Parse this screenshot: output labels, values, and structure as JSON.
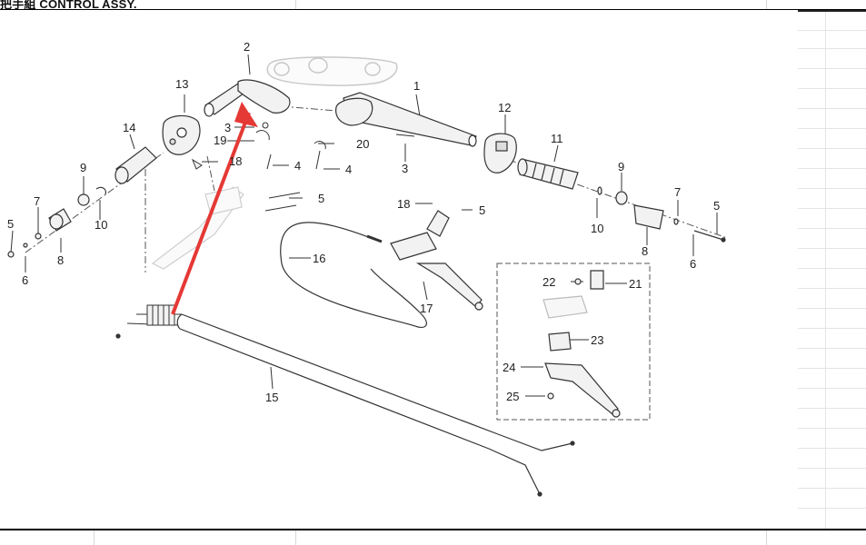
{
  "header": {
    "title": "把手組 CONTROL ASSY."
  },
  "callouts": {
    "c1": "1",
    "c2": "2",
    "c3a": "3",
    "c3b": "3",
    "c4a": "4",
    "c4b": "4",
    "c5a": "5",
    "c5b": "5",
    "c5c": "5",
    "c5d": "5",
    "c6a": "6",
    "c6b": "6",
    "c7a": "7",
    "c7b": "7",
    "c8a": "8",
    "c8b": "8",
    "c9a": "9",
    "c9b": "9",
    "c10a": "10",
    "c10b": "10",
    "c11": "11",
    "c12": "12",
    "c13": "13",
    "c14": "14",
    "c15": "15",
    "c16": "16",
    "c17": "17",
    "c18a": "18",
    "c18b": "18",
    "c19": "19",
    "c20": "20",
    "c21": "21",
    "c22": "22",
    "c23": "23",
    "c24": "24",
    "c25": "25"
  },
  "colors": {
    "arrow": "#e53935",
    "line": "#333333",
    "part_fill": "#f2f2f2"
  }
}
